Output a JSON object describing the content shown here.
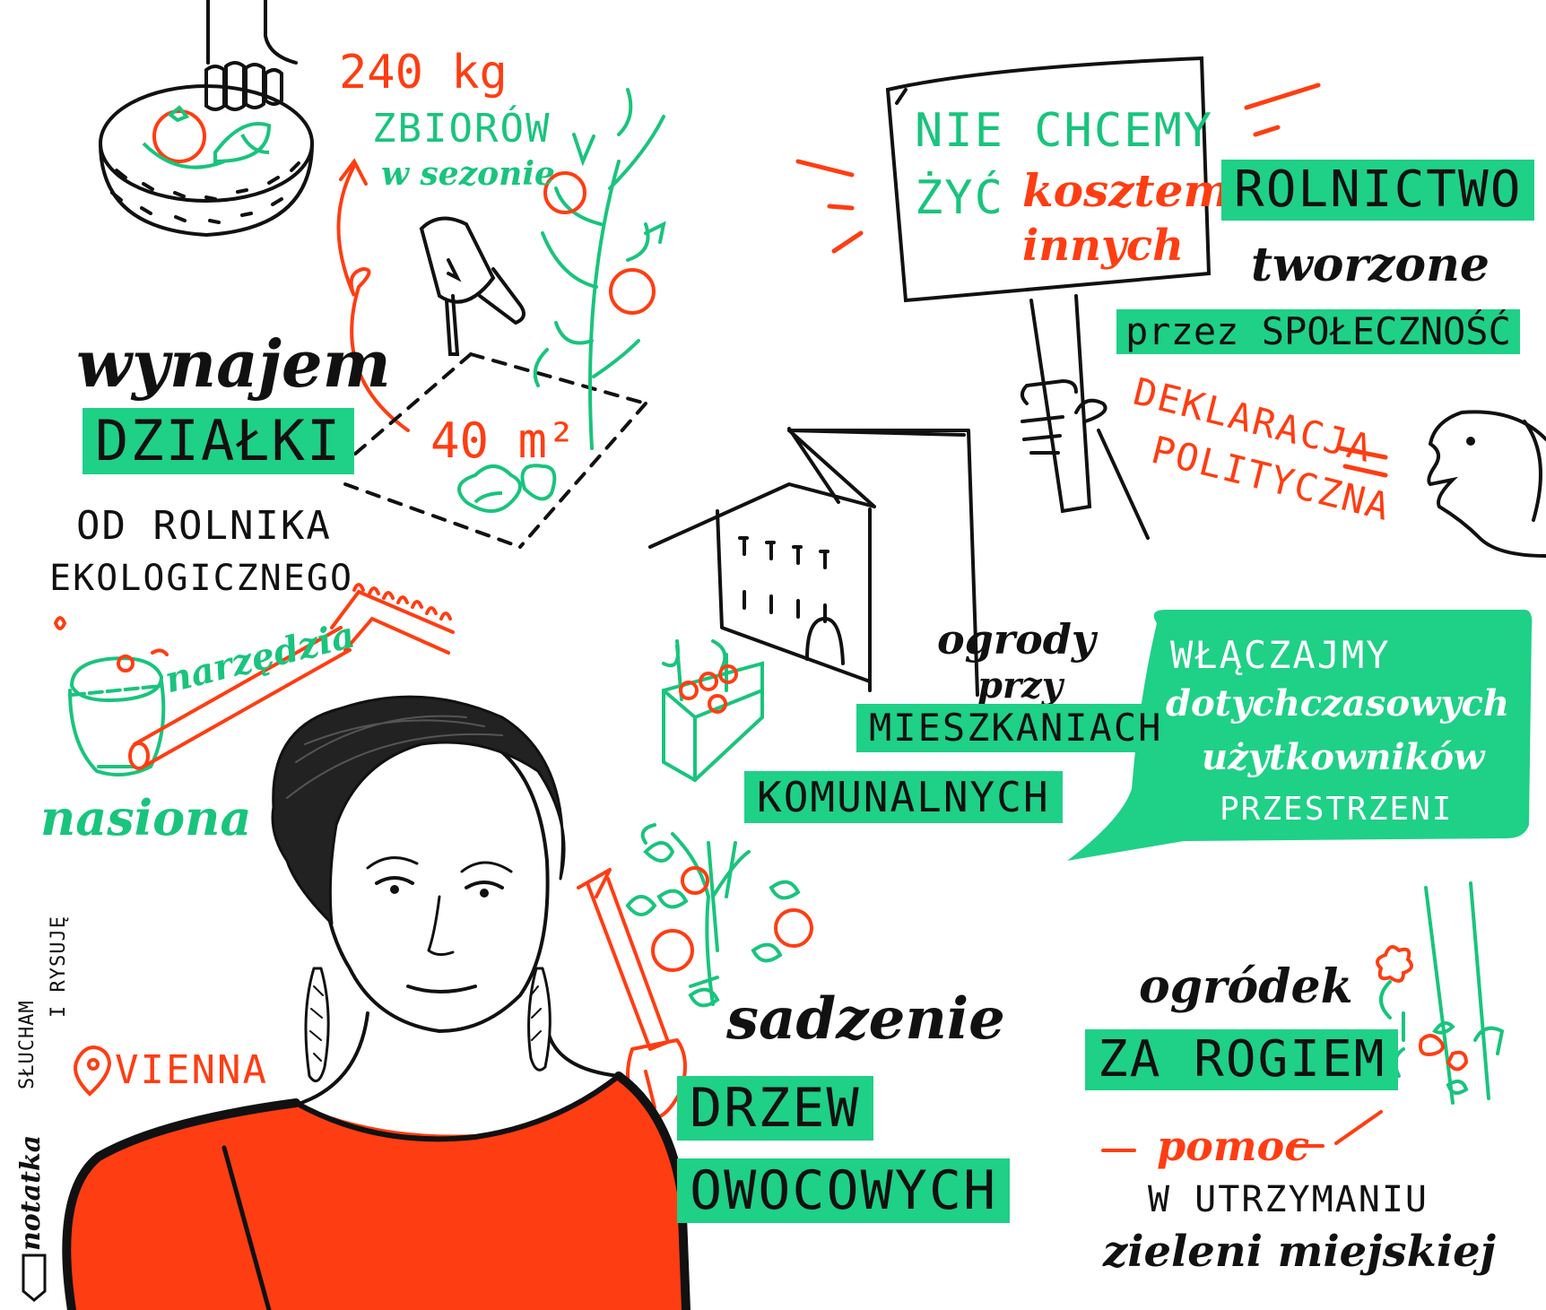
{
  "colors": {
    "ink": "#111111",
    "red": "#ff3d12",
    "green": "#1fd087",
    "green_text": "#19c47d",
    "shirt": "#ff3d12"
  },
  "harvest": {
    "amount": "240 kg",
    "line1": "ZBIORÓW",
    "line2": "w sezonie"
  },
  "plot_area": "40 m²",
  "rent": {
    "verb": "wynajem",
    "object": "DZIAŁKI",
    "from1": "OD ROLNIKA",
    "from2": "EKOLOGICZNEGO"
  },
  "tools": "narzędzia",
  "seeds": "nasiona",
  "sign": {
    "line1": "NIE CHCEMY",
    "line2a": "ŻYĆ",
    "line2b": "kosztem",
    "line3": "innych"
  },
  "agriculture": {
    "title": "ROLNICTWO",
    "verb": "tworzone",
    "by": "przez SPOŁECZNOŚĆ"
  },
  "declaration": {
    "line1": "DEKLARACJA",
    "line2": "POLITYCZNA"
  },
  "gardens": {
    "line1": "ogrody",
    "line2": "przy",
    "line3": "MIESZKANIACH",
    "line4": "KOMUNALNYCH"
  },
  "include": {
    "line1": "WŁĄCZAJMY",
    "line2": "dotychczasowych",
    "line3": "użytkowników",
    "line4": "PRZESTRZENI"
  },
  "trees": {
    "verb": "sadzenie",
    "line1": "DRZEW",
    "line2": "OWOCOWYCH"
  },
  "corner": {
    "line1": "ogródek",
    "line2": "ZA ROGIEM"
  },
  "help": {
    "word": "pomoc",
    "line1": "W UTRZYMANIU",
    "line2": "zieleni miejskiej"
  },
  "location": "VIENNA",
  "credit": {
    "line1": "notatka",
    "line2": "SŁUCHAM",
    "line3": "i RYSUJĘ"
  },
  "icons": [
    "basket-icon",
    "watering-can-icon",
    "tomato-plant-icon",
    "lettuce-icon",
    "rake-icon",
    "seed-bag-icon",
    "protest-sign-icon",
    "speaking-face-icon",
    "apartment-building-icon",
    "planter-box-icon",
    "fruit-tree-icon",
    "shovel-icon",
    "flower-sprouts-icon",
    "location-pin-icon",
    "portrait-woman"
  ]
}
